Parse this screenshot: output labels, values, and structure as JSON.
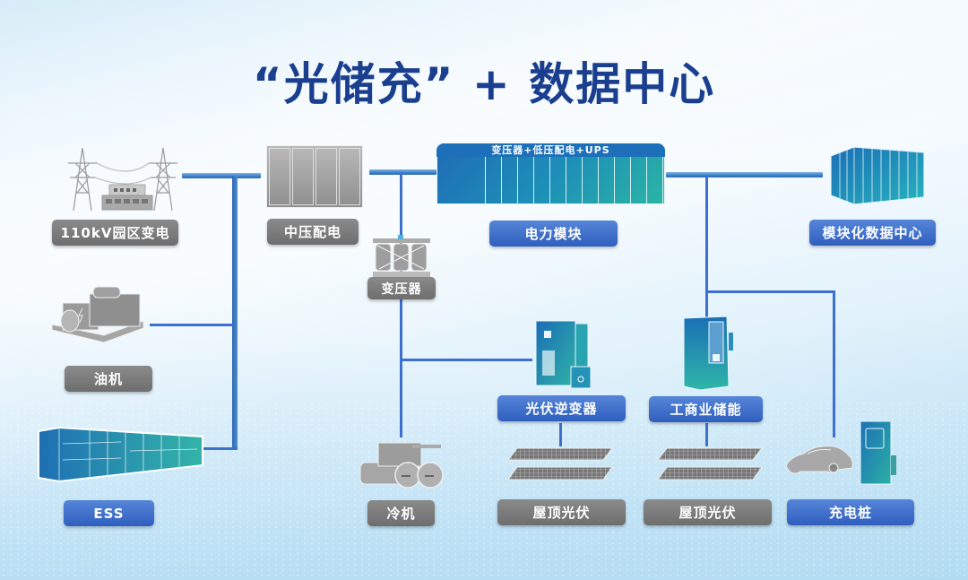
{
  "title": "“光储充” + 数据中心",
  "nodes": {
    "substation": {
      "label": "110kV园区变电",
      "style": "gray"
    },
    "mv_distribution": {
      "label": "中压配电",
      "style": "gray"
    },
    "transformer": {
      "label": "变压器",
      "style": "gray"
    },
    "power_module": {
      "label": "电力模块",
      "style": "blue",
      "banner": "变压器+低压配电+UPS"
    },
    "modular_dc": {
      "label": "模块化数据中心",
      "style": "blue"
    },
    "diesel_generator": {
      "label": "油机",
      "style": "gray"
    },
    "ess": {
      "label": "ESS",
      "style": "blue"
    },
    "pv_inverter": {
      "label": "光伏逆变器",
      "style": "blue"
    },
    "ci_storage": {
      "label": "工商业储能",
      "style": "blue"
    },
    "chiller": {
      "label": "冷机",
      "style": "gray"
    },
    "rooftop_pv_1": {
      "label": "屋顶光伏",
      "style": "gray"
    },
    "rooftop_pv_2": {
      "label": "屋顶光伏",
      "style": "gray"
    },
    "charging_pile": {
      "label": "充电桩",
      "style": "blue"
    }
  },
  "colors": {
    "title": "#1b3f8f",
    "line": "#3d6fd0",
    "label_blue": "#3f6fcc",
    "label_gray": "#7a7a7a",
    "equipment_teal": "#1d8fb8"
  }
}
